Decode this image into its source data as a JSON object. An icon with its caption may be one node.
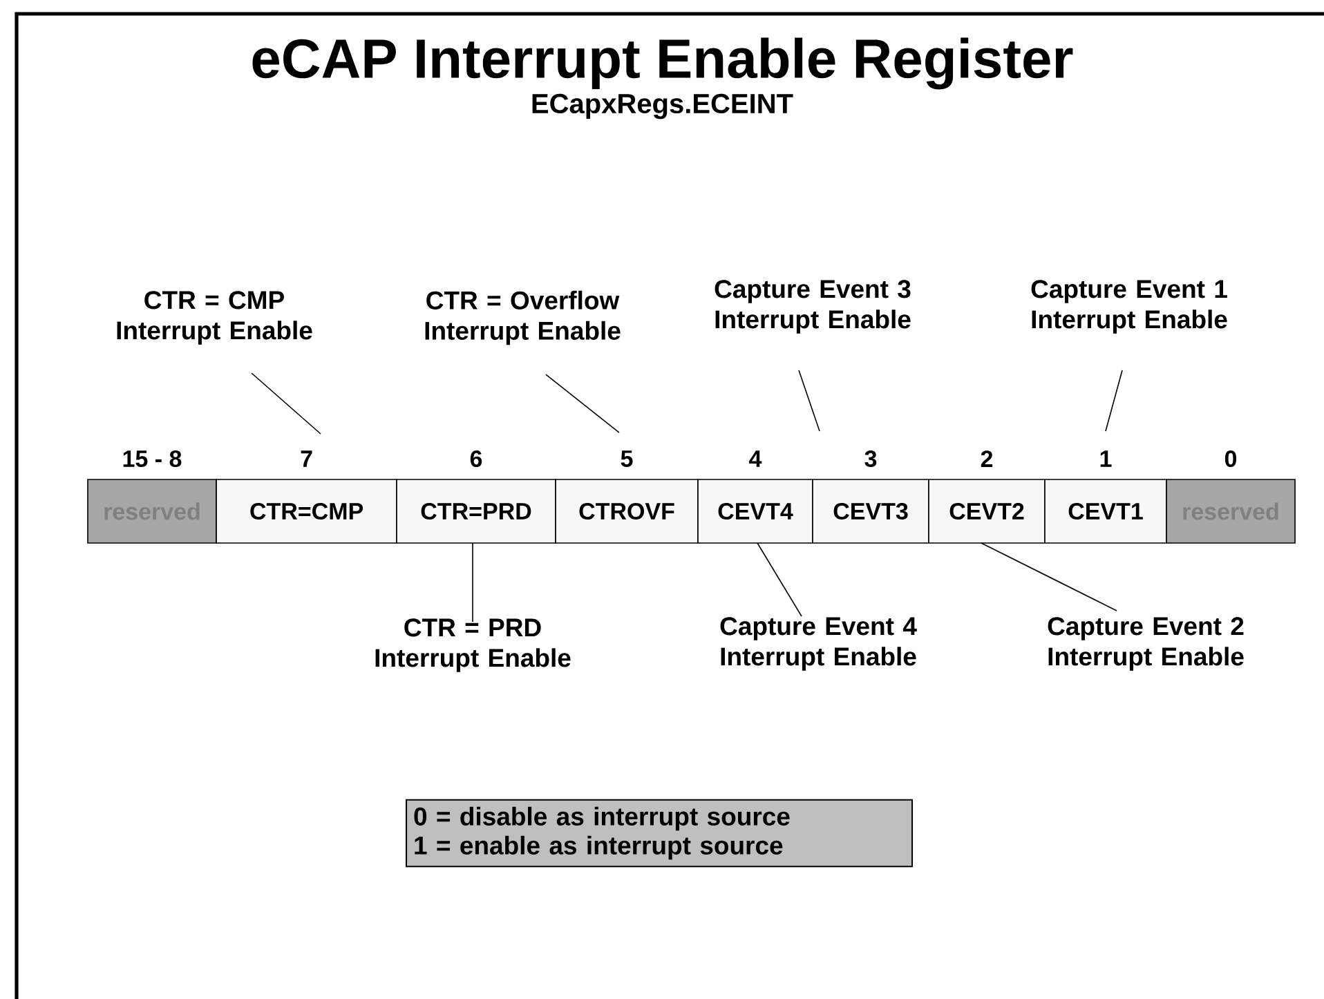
{
  "diagram": {
    "title": "eCAP Interrupt Enable Register",
    "nodes": [
      {
        "text": [
          "CTR = CMP Interrupt Enable"
        ]
      },
      {
        "text": [
          "CTR = Overflow Interrupt Enable"
        ]
      },
      {
        "text": [
          "Capture Event 3 Interrupt Enable"
        ]
      },
      {
        "text": [
          "Capture Event 1 Interrupt Enable"
        ]
      },
      {
        "text": [
          "reserved"
        ]
      },
      {
        "text": [
          "CTR=CMP"
        ]
      },
      {
        "text": [
          "CTR=PRD"
        ]
      },
      {
        "text": [
          "CTROVF"
        ]
      },
      {
        "text": [
          "CEVT4"
        ]
      },
      {
        "text": [
          "CEVT3"
        ]
      },
      {
        "text": [
          "CEVT2"
        ]
      },
      {
        "text": [
          "CEVT1"
        ]
      },
      {
        "text": [
          "reserved"
        ]
      },
      {
        "text": [
          "CTR = PRD Interrupt Enable"
        ]
      },
      {
        "text": [
          "Capture Event 4 Interrupt Enable"
        ]
      },
      {
        "text": [
          "Capture Event 2 Interrupt Enable"
        ]
      },
      {
        "text": [
          "0 = disable as interrupt source",
          "1 = enable as interrupt source"
        ]
      }
    ],
    "edges": [
      {
        "from": 0,
        "to": 5,
        "arrow": "none"
      },
      {
        "from": 1,
        "to": 7,
        "arrow": "none"
      },
      {
        "from": 2,
        "to": 9,
        "arrow": "none"
      },
      {
        "from": 3,
        "to": 11,
        "arrow": "none"
      },
      {
        "from": 13,
        "to": 6,
        "arrow": "none"
      },
      {
        "from": 14,
        "to": 8,
        "arrow": "none"
      },
      {
        "from": 15,
        "to": 10,
        "arrow": "none"
      }
    ],
    "labels": [
      "ECapxRegs.ECEINT",
      "15 - 8",
      "7",
      "6",
      "5",
      "4",
      "3",
      "2",
      "1",
      "0"
    ]
  }
}
